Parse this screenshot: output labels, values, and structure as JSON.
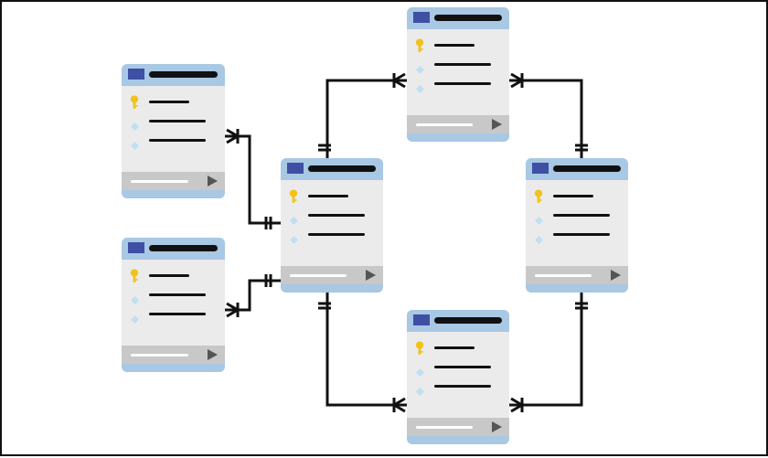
{
  "diagram": {
    "kind": "entity-relationship",
    "colors": {
      "border": "#111111",
      "header": "#a8c8e4",
      "header_icon": "#3f4fa3",
      "body": "#ebebeb",
      "footer": "#c8c8c8",
      "key": "#f2c21b",
      "field_marker": "#bfe0f2",
      "connector": "#111111"
    },
    "tables": [
      {
        "id": "t-left-top",
        "key_icon": "key-icon",
        "field_icon": "diamond-icon",
        "fields": 3
      },
      {
        "id": "t-left-bottom",
        "key_icon": "key-icon",
        "field_icon": "diamond-icon",
        "fields": 3
      },
      {
        "id": "t-center",
        "key_icon": "key-icon",
        "field_icon": "diamond-icon",
        "fields": 3
      },
      {
        "id": "t-top",
        "key_icon": "key-icon",
        "field_icon": "diamond-icon",
        "fields": 3
      },
      {
        "id": "t-right",
        "key_icon": "key-icon",
        "field_icon": "diamond-icon",
        "fields": 3
      },
      {
        "id": "t-bottom",
        "key_icon": "key-icon",
        "field_icon": "diamond-icon",
        "fields": 3
      }
    ],
    "relationships": [
      {
        "from": "t-left-top",
        "to": "t-center",
        "from_end": "crow-foot-one",
        "to_end": "one"
      },
      {
        "from": "t-left-bottom",
        "to": "t-center",
        "from_end": "crow-foot-one",
        "to_end": "one"
      },
      {
        "from": "t-center",
        "to": "t-top",
        "from_end": "one",
        "to_end": "crow-foot-one"
      },
      {
        "from": "t-center",
        "to": "t-bottom",
        "from_end": "one",
        "to_end": "crow-foot-one"
      },
      {
        "from": "t-right",
        "to": "t-top",
        "from_end": "one",
        "to_end": "crow-foot-one"
      },
      {
        "from": "t-right",
        "to": "t-bottom",
        "from_end": "one",
        "to_end": "crow-foot-one"
      }
    ]
  }
}
